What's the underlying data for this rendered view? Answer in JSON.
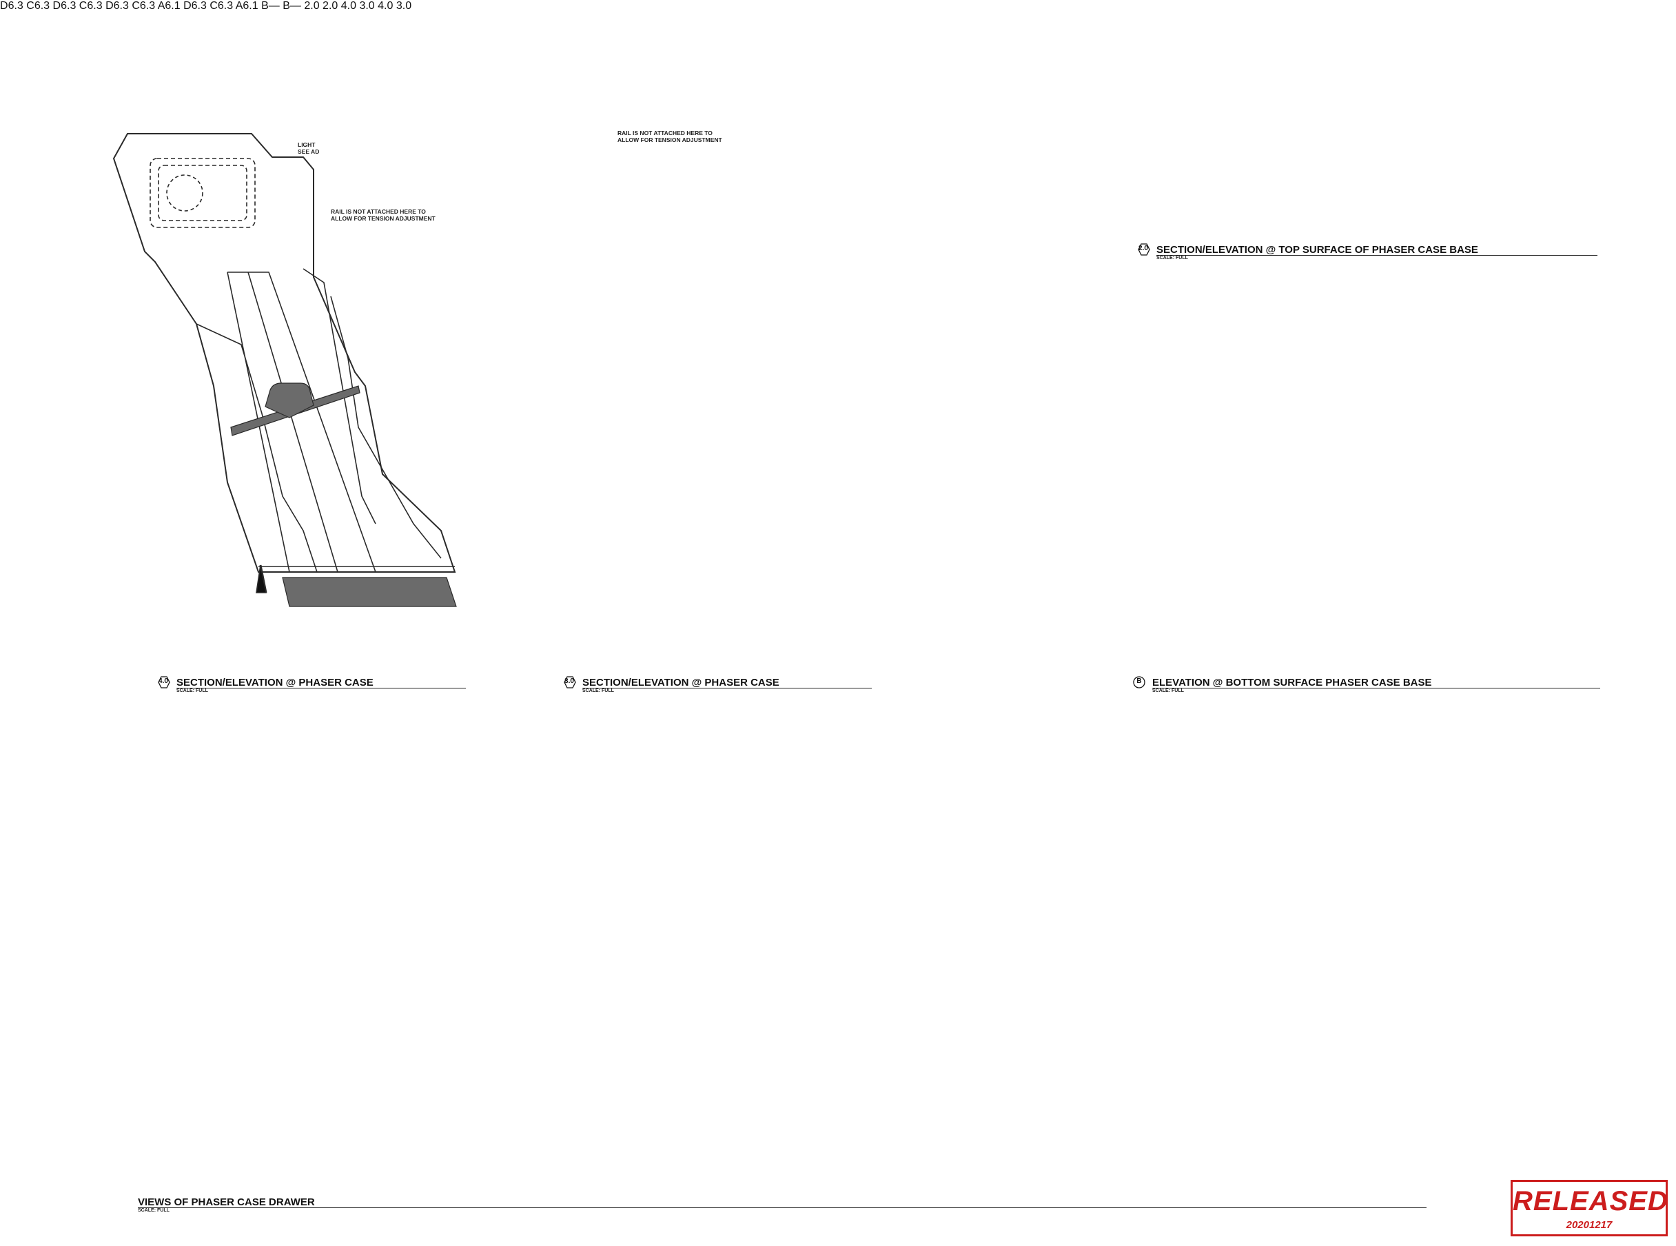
{
  "drawings": {
    "view_4": {
      "number": "4.0",
      "title": "SECTION/ELEVATION @ PHASER CASE",
      "scale": "SCALE: FULL",
      "note_light": [
        "LIGHT",
        "SEE AD"
      ],
      "note_rail": [
        "RAIL IS NOT ATTACHED HERE TO",
        "ALLOW FOR TENSION ADJUSTMENT"
      ]
    },
    "view_3": {
      "number": "3.0",
      "title": "SECTION/ELEVATION @ PHASER CASE",
      "scale": "SCALE: FULL",
      "note_rail": [
        "RAIL IS NOT ATTACHED HERE TO",
        "ALLOW FOR TENSION ADJUSTMENT"
      ]
    },
    "view_2": {
      "number": "2.0",
      "title": "SECTION/ELEVATION @ TOP SURFACE OF PHASER CASE BASE",
      "scale": "SCALE: FULL"
    },
    "view_b": {
      "number": "B",
      "title": "ELEVATION @ BOTTOM SURFACE PHASER CASE BASE",
      "scale": "SCALE: FULL"
    },
    "views_render": {
      "title": "VIEWS OF PHASER CASE DRAWER",
      "scale": "SCALE: FULL"
    }
  },
  "section_markers": {
    "d63": [
      "D",
      "6.3"
    ],
    "c63": [
      "C",
      "6.3"
    ],
    "a61": [
      "A",
      "6.1"
    ],
    "b": [
      "B",
      "—"
    ],
    "m20": "2.0",
    "m40": "4.0",
    "m30": "3.0"
  },
  "stamp": {
    "label": "RELEASED",
    "date": "20201217",
    "color": "#cc1d1d"
  },
  "colors": {
    "line": "#2a2a2a",
    "hatch_fill": "#6b6b6b",
    "render_body": "#ededed"
  },
  "icons": [
    "section-marker-icon",
    "section-flag-icon",
    "tension-arrow-icon",
    "released-stamp-icon"
  ]
}
